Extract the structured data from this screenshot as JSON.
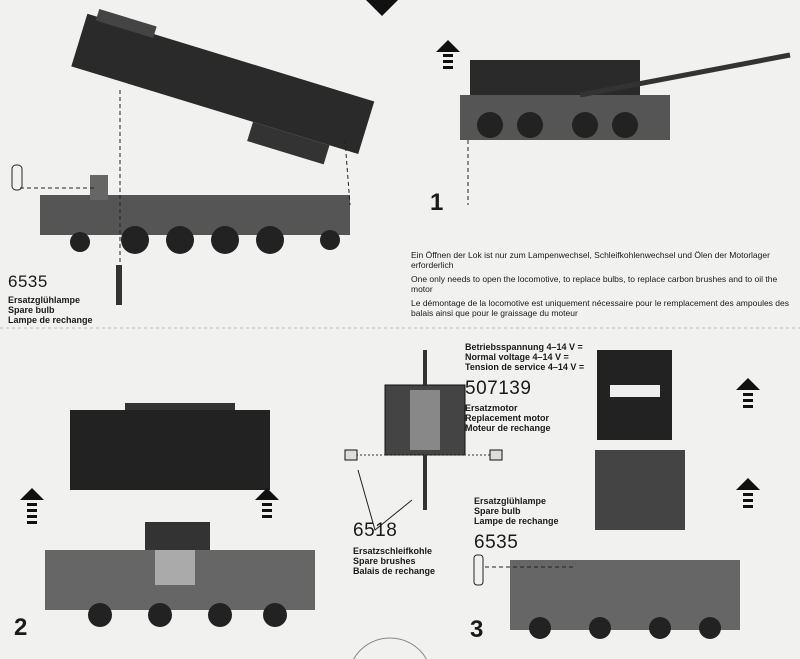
{
  "steps": [
    "1",
    "2",
    "3"
  ],
  "spare_bulb_top": {
    "number": "6535",
    "labels": [
      "Ersatzglühlampe",
      "Spare bulb",
      "Lampe de rechange"
    ]
  },
  "instructions": [
    "Ein Öffnen der Lok ist nur zum Lampenwechsel, Schleifkohlenwechsel und Ölen der Motorlager erforderlich",
    "One only needs to open the locomotive, to replace bulbs, to replace carbon brushes and to oil the motor",
    "Le démontage de la locomotive est uniquement nécessaire pour le remplacement des ampoules des balais ainsi que pour le graissage du moteur"
  ],
  "voltage": [
    "Betriebsspannung 4–14 V =",
    "Normal voltage 4–14 V =",
    "Tension de service 4–14 V ="
  ],
  "motor": {
    "number": "507139",
    "labels": [
      "Ersatzmotor",
      "Replacement motor",
      "Moteur de rechange"
    ]
  },
  "brushes": {
    "number": "6518",
    "labels": [
      "Ersatzschleifkohle",
      "Spare brushes",
      "Balais de rechange"
    ]
  },
  "spare_bulb_bottom": {
    "number": "6535",
    "labels": [
      "Ersatzglühlampe",
      "Spare bulb",
      "Lampe de rechange"
    ]
  }
}
